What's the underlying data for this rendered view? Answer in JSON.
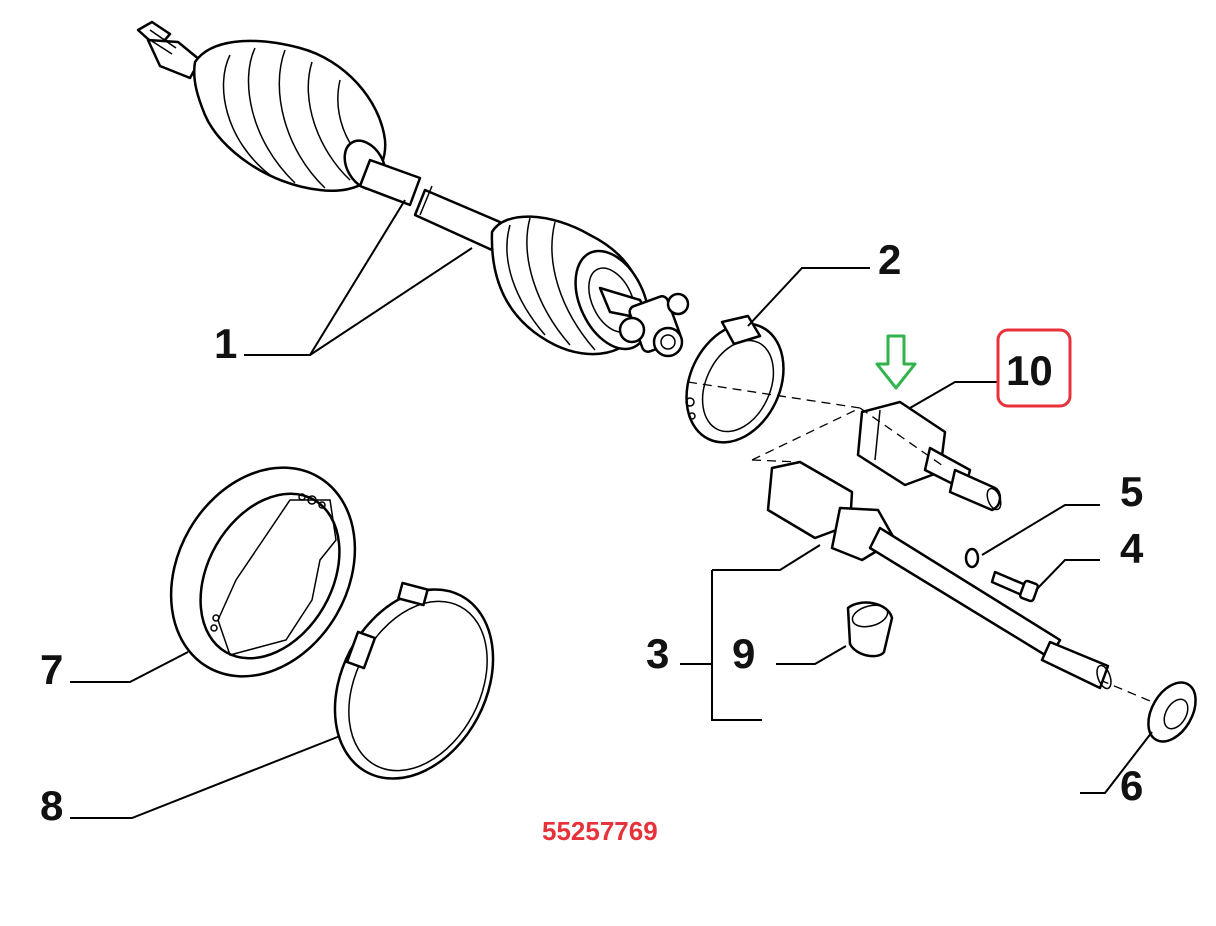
{
  "callouts": {
    "c1": "1",
    "c2": "2",
    "c3": "3",
    "c4": "4",
    "c5": "5",
    "c6": "6",
    "c7": "7",
    "c8": "8",
    "c9": "9",
    "c10": "10"
  },
  "part_code": "55257769",
  "colors": {
    "highlight_box": "#e8323b",
    "arrow": "#2fb34a",
    "part_code": "#e8323b"
  }
}
